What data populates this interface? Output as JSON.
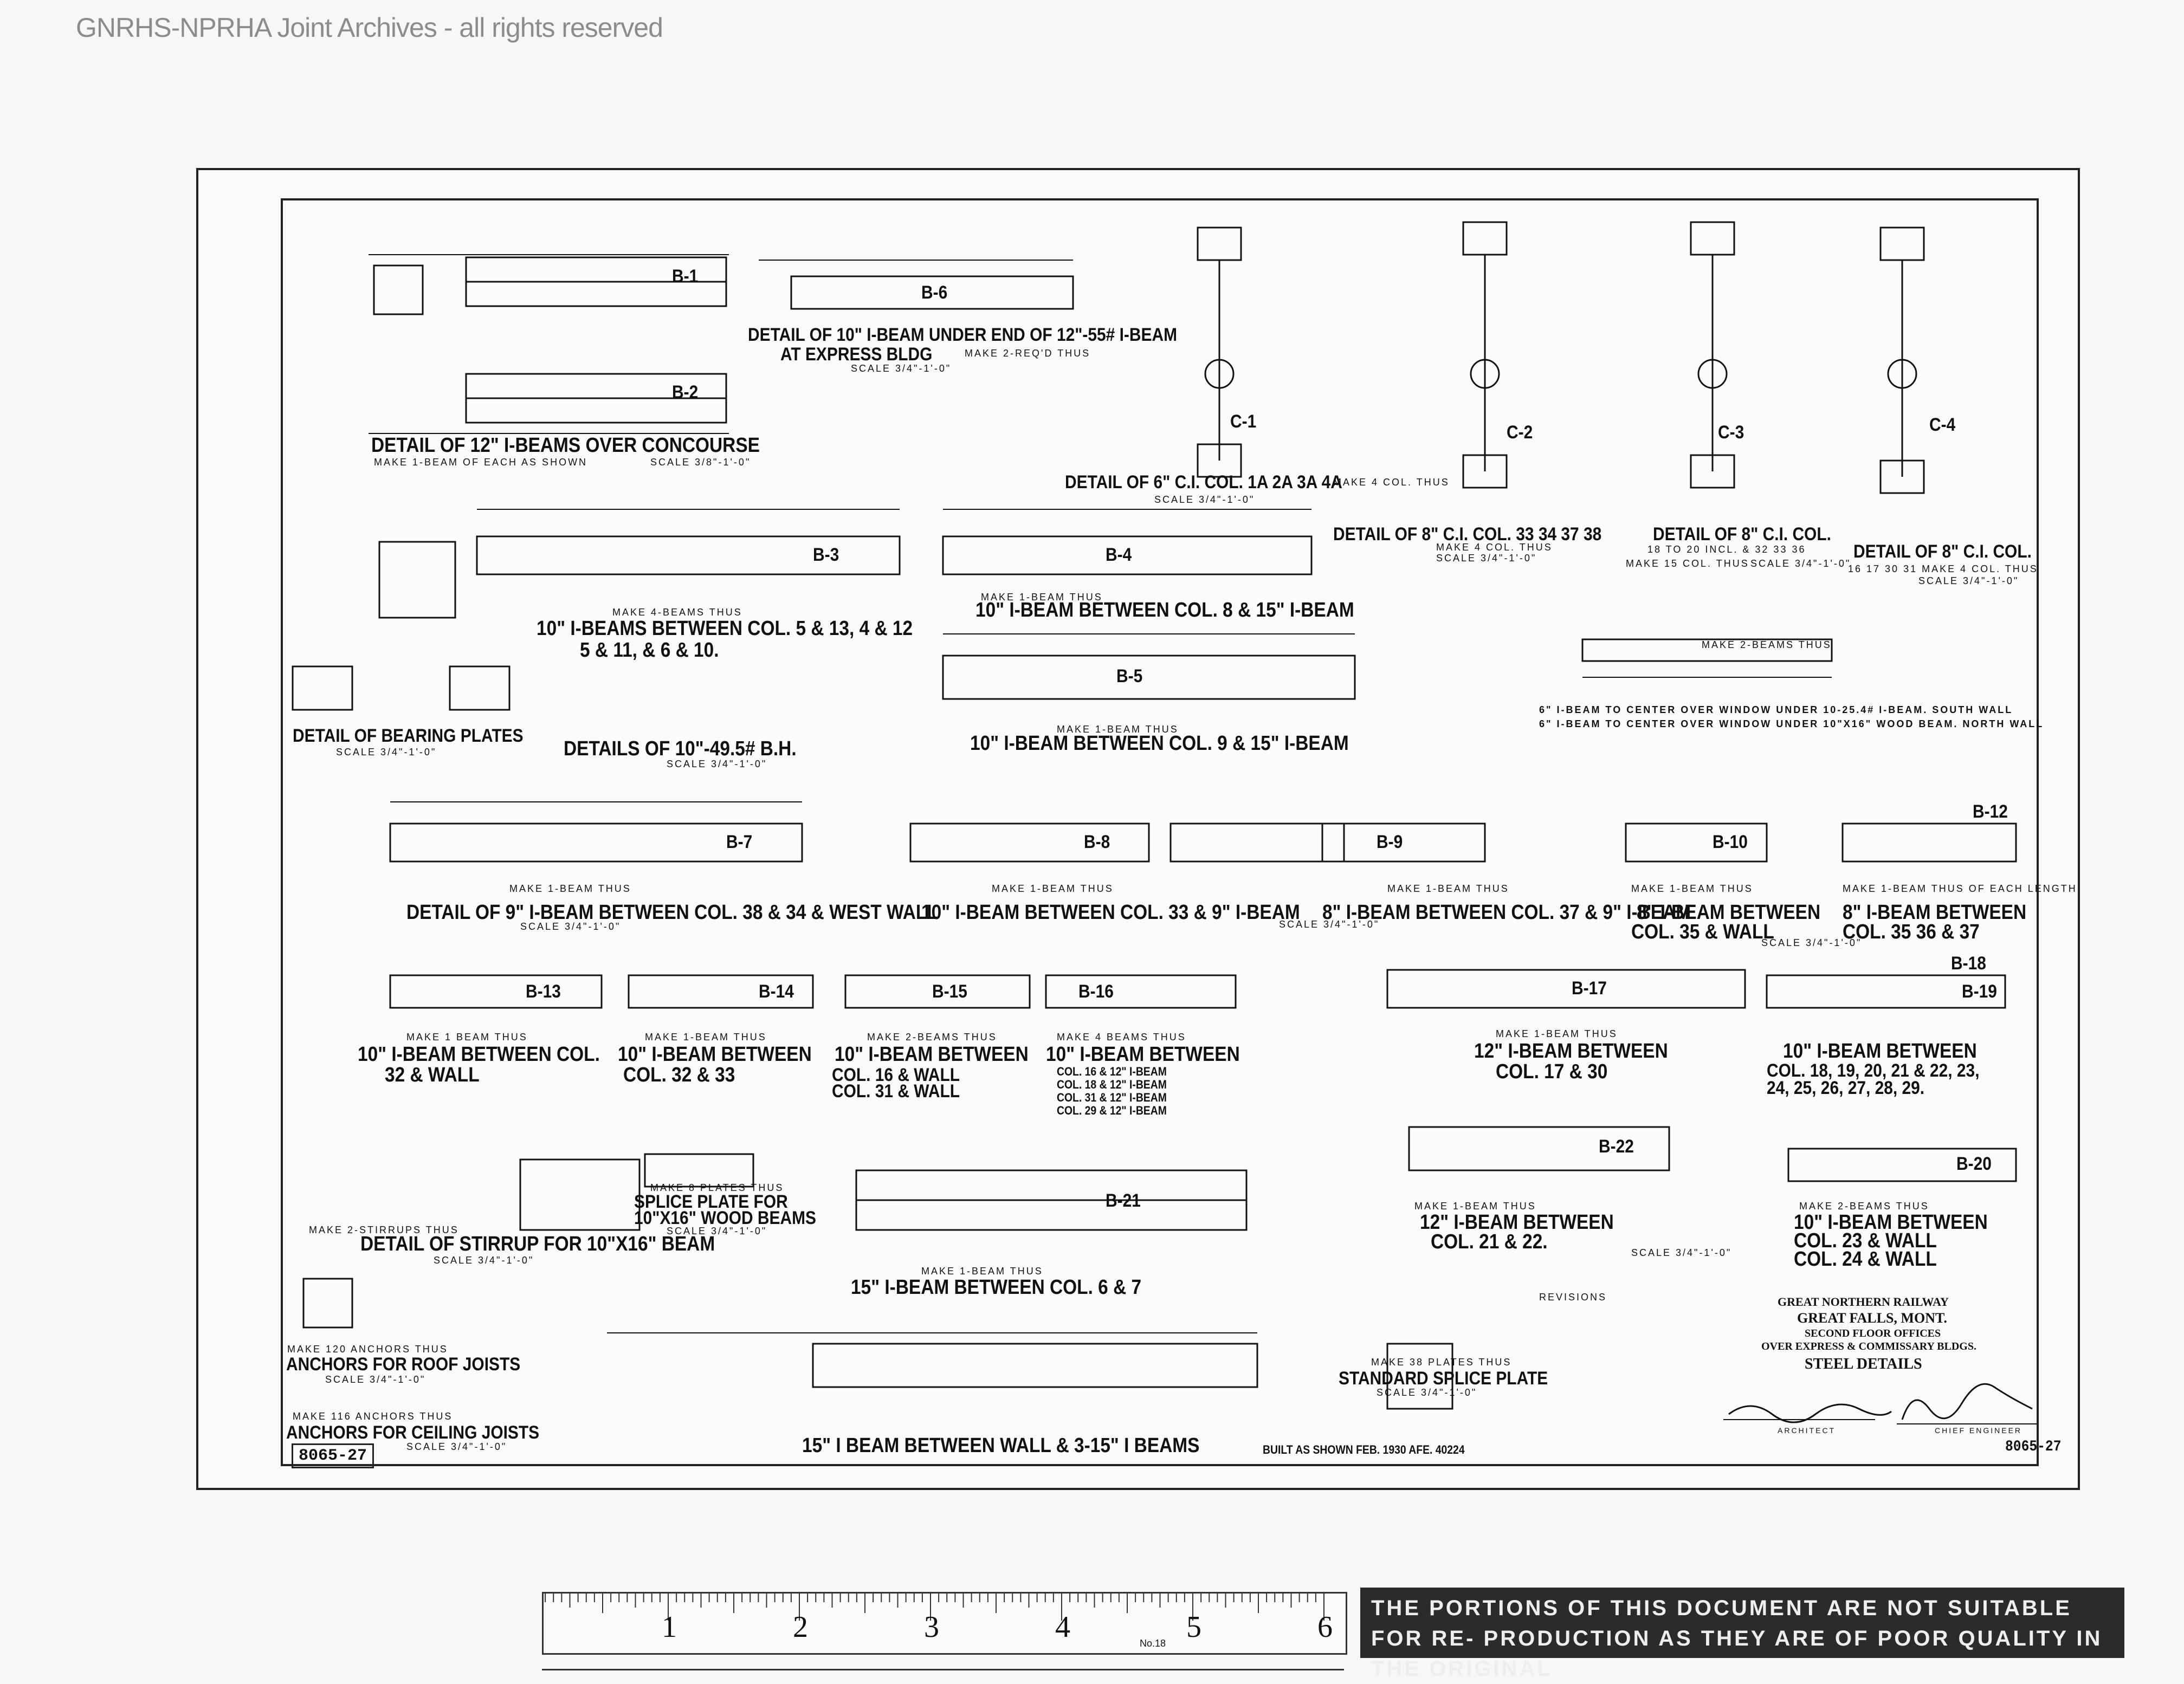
{
  "watermark": "GNRHS-NPRHA Joint Archives - all rights reserved",
  "drawing_number": "8065-27",
  "details": [
    {
      "id": "d1",
      "title": "DETAIL OF 12\" I-BEAMS OVER CONCOURSE",
      "note": "MAKE 1-BEAM OF EACH AS SHOWN",
      "scale": "SCALE 3/8\"-1'-0\""
    },
    {
      "id": "d2",
      "title": "DETAIL OF 10\" I-BEAM UNDER END OF 12\"-55# I-BEAM",
      "line2": "AT EXPRESS BLDG",
      "note": "MAKE 2-REQ'D THUS",
      "scale": "SCALE 3/4\"-1'-0\""
    },
    {
      "id": "d3",
      "title": "DETAIL OF 6\" C.I. COL. 1A 2A 3A 4A",
      "note": "MAKE 4 COL. THUS",
      "scale": "SCALE 3/4\"-1'-0\""
    },
    {
      "id": "d4",
      "title": "DETAIL OF 8\" C.I. COL. 33 34 37 38",
      "note": "MAKE 4 COL. THUS",
      "scale": "SCALE 3/4\"-1'-0\""
    },
    {
      "id": "d5",
      "title": "DETAIL OF 8\" C.I. COL.",
      "note": "18 TO 20 INCL. & 32 33 36",
      "note2": "MAKE 15 COL. THUS",
      "scale": "SCALE 3/4\"-1'-0\""
    },
    {
      "id": "d6",
      "title": "DETAIL OF 8\" C.I. COL.",
      "note": "16 17 30 31 MAKE 4 COL. THUS",
      "scale": "SCALE 3/4\"-1'-0\""
    },
    {
      "id": "d7",
      "title": "10\" I-BEAMS BETWEEN COL. 5 & 13, 4 & 12",
      "line2": "5 & 11, & 6 & 10.",
      "note": "MAKE 4-BEAMS THUS"
    },
    {
      "id": "d8",
      "title": "10\" I-BEAM BETWEEN COL. 8 & 15\" I-BEAM",
      "note": "MAKE 1-BEAM THUS"
    },
    {
      "id": "d9",
      "title": "DETAIL OF BEARING PLATES",
      "scale": "SCALE 3/4\"-1'-0\""
    },
    {
      "id": "d10",
      "title": "DETAILS OF 10\"-49.5# B.H.",
      "scale": "SCALE 3/4\"-1'-0\""
    },
    {
      "id": "d11",
      "title": "10\" I-BEAM BETWEEN COL. 9 & 15\" I-BEAM",
      "note": "MAKE 1-BEAM THUS"
    },
    {
      "id": "d12",
      "title": "6\" I-BEAM TO CENTER OVER WINDOW UNDER 10-25.4# I-BEAM. SOUTH WALL",
      "line2": "6\" I-BEAM TO CENTER OVER WINDOW UNDER 10\"X16\" WOOD BEAM. NORTH WALL",
      "note": "MAKE 2-BEAMS THUS"
    },
    {
      "id": "d13",
      "title": "DETAIL OF 9\" I-BEAM BETWEEN COL. 38 & 34 & WEST WALL",
      "note": "MAKE 1-BEAM THUS",
      "scale": "SCALE 3/4\"-1'-0\""
    },
    {
      "id": "d14",
      "title": "10\" I-BEAM BETWEEN COL. 33 & 9\" I-BEAM",
      "note": "MAKE 1-BEAM THUS",
      "scale": "SCALE 3/4\"-1'-0\""
    },
    {
      "id": "d15",
      "title": "8\" I-BEAM BETWEEN COL. 37 & 9\" I-BEAM",
      "note": "MAKE 1-BEAM THUS"
    },
    {
      "id": "d16",
      "title": "8\" I-BEAM BETWEEN",
      "line2": "COL. 35 & WALL",
      "note": "MAKE 1-BEAM THUS",
      "scale": "SCALE 3/4\"-1'-0\""
    },
    {
      "id": "d17",
      "title": "8\" I-BEAM BETWEEN",
      "line2": "COL. 35 36 & 37",
      "note": "MAKE 1-BEAM THUS OF EACH LENGTH"
    },
    {
      "id": "d18",
      "title": "10\" I-BEAM BETWEEN COL.",
      "line2": "32 & WALL",
      "note": "MAKE 1 BEAM THUS"
    },
    {
      "id": "d19",
      "title": "10\" I-BEAM BETWEEN",
      "line2": "COL. 32 & 33",
      "note": "MAKE 1-BEAM THUS"
    },
    {
      "id": "d20",
      "title": "10\" I-BEAM BETWEEN",
      "line2": "COL. 16 & WALL",
      "line3": "COL. 31 & WALL",
      "note": "MAKE 2-BEAMS THUS"
    },
    {
      "id": "d21",
      "title": "10\" I-BEAM BETWEEN",
      "line2": "COL. 16 & 12\" I-BEAM",
      "line3": "COL. 18 & 12\" I-BEAM",
      "line4": "COL. 31 & 12\" I-BEAM",
      "line5": "COL. 29 & 12\" I-BEAM",
      "note": "MAKE 4 BEAMS THUS"
    },
    {
      "id": "d22",
      "title": "12\" I-BEAM BETWEEN",
      "line2": "COL. 17 & 30",
      "note": "MAKE 1-BEAM THUS"
    },
    {
      "id": "d23",
      "title": "10\" I-BEAM BETWEEN",
      "line2": "COL. 18, 19, 20, 21 & 22, 23,",
      "line3": "24, 25, 26, 27, 28, 29."
    },
    {
      "id": "d24",
      "title": "DETAIL OF STIRRUP FOR 10\"X16\" BEAM",
      "note": "MAKE 2-STIRRUPS THUS",
      "scale": "SCALE 3/4\"-1'-0\""
    },
    {
      "id": "d25",
      "title": "SPLICE PLATE FOR",
      "line2": "10\"X16\" WOOD BEAMS",
      "note": "MAKE 8 PLATES THUS",
      "scale": "SCALE 3/4\"-1'-0\""
    },
    {
      "id": "d26",
      "title": "15\" I-BEAM BETWEEN COL. 6 & 7",
      "note": "MAKE 1-BEAM THUS"
    },
    {
      "id": "d27",
      "title": "12\" I-BEAM BETWEEN",
      "line2": "COL. 21 & 22.",
      "note": "MAKE 1-BEAM THUS",
      "scale": "SCALE 3/4\"-1'-0\""
    },
    {
      "id": "d28",
      "title": "10\" I-BEAM BETWEEN",
      "line2": "COL. 23 & WALL",
      "line3": "COL. 24 & WALL",
      "note": "MAKE 2-BEAMS THUS"
    },
    {
      "id": "d29",
      "title": "ANCHORS FOR ROOF JOISTS",
      "note": "MAKE 120 ANCHORS THUS",
      "scale": "SCALE 3/4\"-1'-0\""
    },
    {
      "id": "d30",
      "title": "ANCHORS FOR CEILING JOISTS",
      "note": "MAKE 116 ANCHORS THUS",
      "scale": "SCALE 3/4\"-1'-0\""
    },
    {
      "id": "d31",
      "title": "15\" I BEAM BETWEEN WALL & 3-15\" I BEAMS"
    },
    {
      "id": "d32",
      "title": "STANDARD SPLICE PLATE",
      "note": "MAKE 38 PLATES THUS",
      "scale": "SCALE 3/4\"-1'-0\""
    }
  ],
  "beam_marks": [
    "B-1",
    "B-2",
    "B-6",
    "B-3",
    "B-4",
    "B-5",
    "B-7",
    "B-8",
    "B-9",
    "B-10",
    "B-12",
    "B-13",
    "B-14",
    "B-15",
    "B-16",
    "B-17",
    "B-18",
    "B-19",
    "B-21",
    "B-22",
    "B-20"
  ],
  "col_marks": [
    "C-1",
    "C-2",
    "C-3",
    "C-4"
  ],
  "built_note": "BUILT AS SHOWN FEB. 1930 AFE. 40224",
  "revisions": "REVISIONS",
  "title_block": {
    "railway": "GREAT NORTHERN RAILWAY",
    "location": "GREAT FALLS, MONT.",
    "line1": "SECOND FLOOR OFFICES",
    "line2": "OVER EXPRESS & COMMISSARY BLDGS.",
    "subject": "STEEL DETAILS",
    "architect": "ARCHITECT",
    "chief_engineer": "CHIEF ENGINEER"
  },
  "ruler": {
    "numbers": [
      "1",
      "2",
      "3",
      "4",
      "5",
      "6"
    ],
    "label": "No.18"
  },
  "warning": "THE PORTIONS OF THIS DOCUMENT ARE NOT SUITABLE FOR RE- PRODUCTION AS THEY ARE OF POOR QUALITY IN THE ORIGINAL"
}
